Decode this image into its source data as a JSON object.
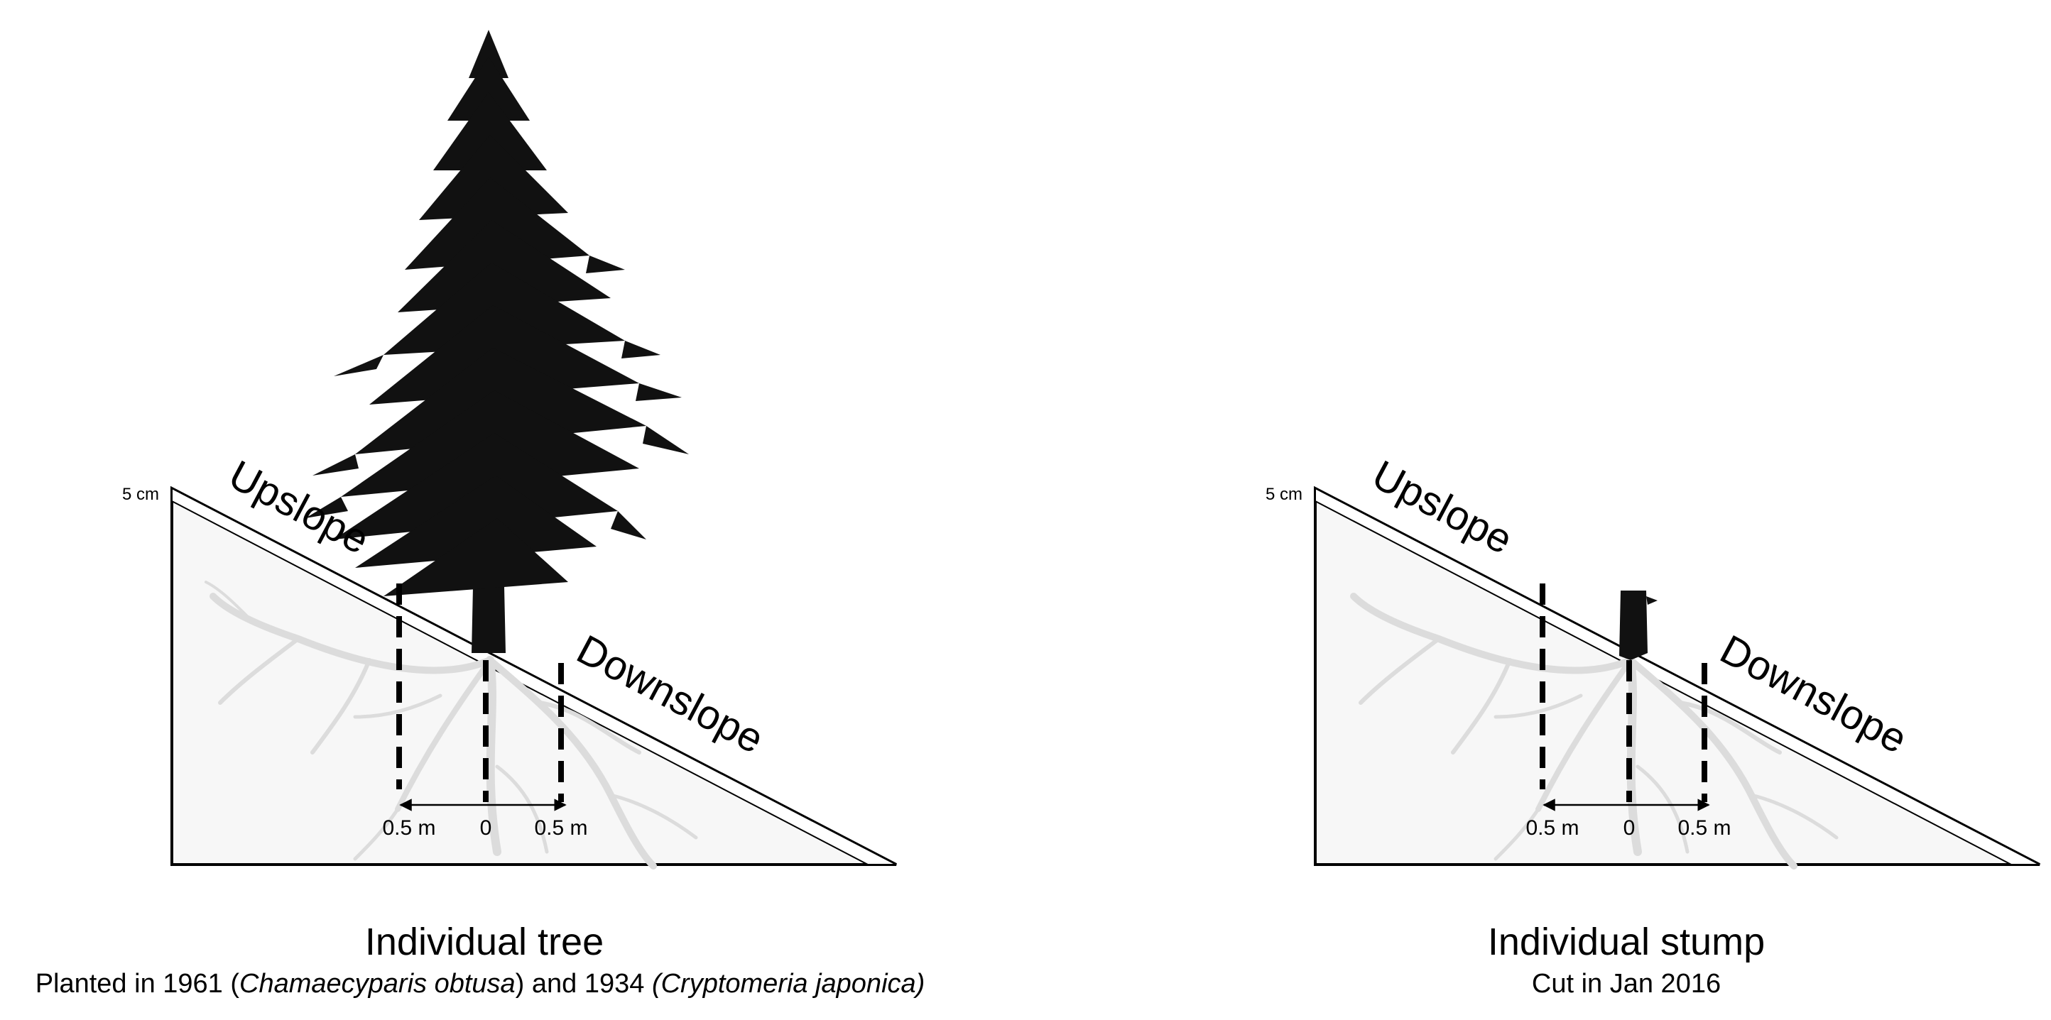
{
  "panels": [
    {
      "id": "tree",
      "thickness_label": "5 cm",
      "upslope_label": "Upslope",
      "downslope_label": "Downslope",
      "distance_labels": {
        "left": "0.5 m",
        "center": "0",
        "right": "0.5 m"
      },
      "title": "Individual tree",
      "subtitle": {
        "part1": "Planted in 1961 (",
        "species1": "Chamaecyparis obtusa",
        "part2": ") and 1934 ",
        "species2": "(Cryptomeria japonica)"
      }
    },
    {
      "id": "stump",
      "thickness_label": "5 cm",
      "upslope_label": "Upslope",
      "downslope_label": "Downslope",
      "distance_labels": {
        "left": "0.5 m",
        "center": "0",
        "right": "0.5 m"
      },
      "title": "Individual stump",
      "subtitle": {
        "text": "Cut in Jan 2016"
      }
    }
  ],
  "colors": {
    "ink": "#000000",
    "soil_fill": "#f7f7f7",
    "root_color": "#dedede",
    "surface_fill": "#ffffff"
  }
}
